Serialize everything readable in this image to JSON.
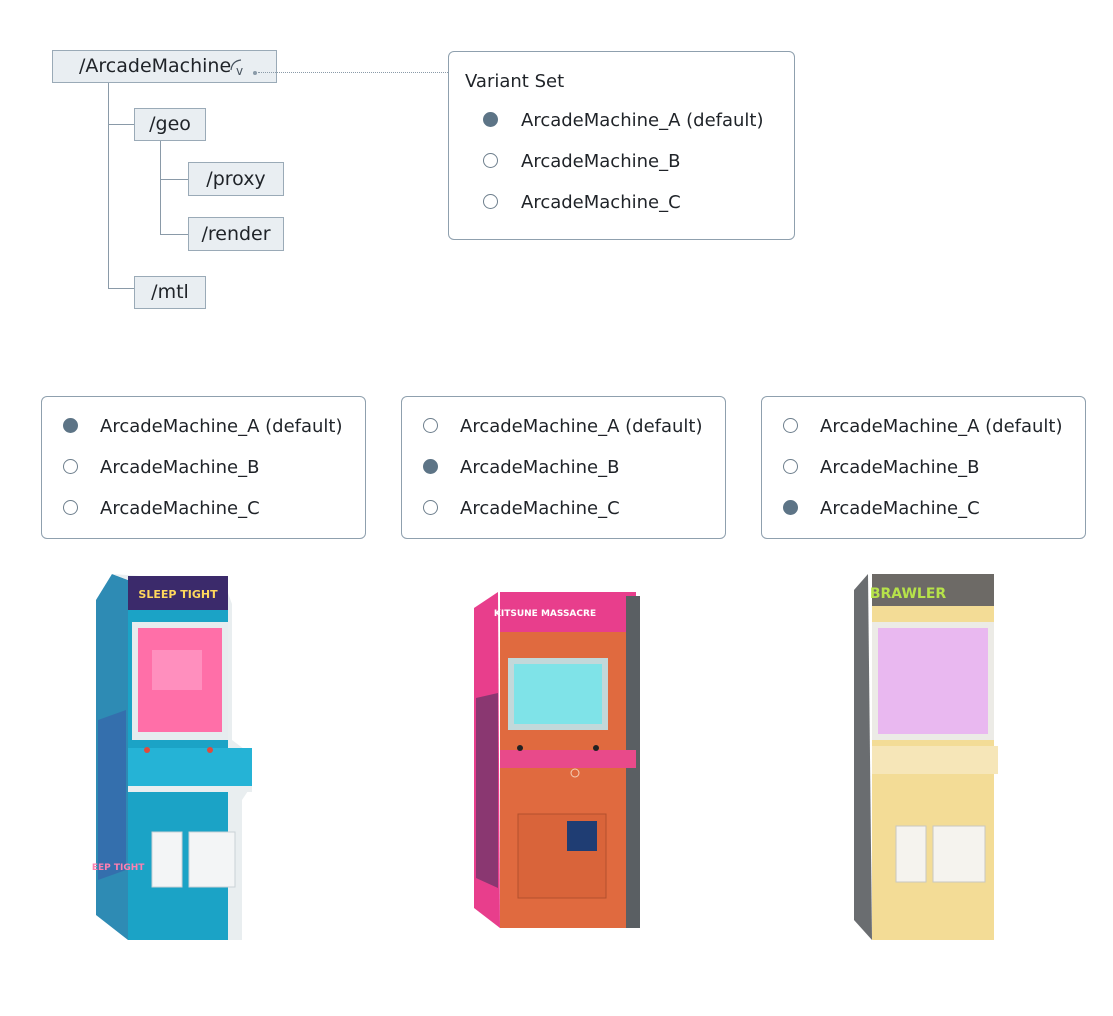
{
  "hierarchy": {
    "root": "/ArcadeMachine",
    "variant_icon": "v",
    "geo": "/geo",
    "proxy": "/proxy",
    "render": "/render",
    "mtl": "/mtl"
  },
  "variant_set": {
    "title": "Variant Set",
    "options": [
      "ArcadeMachine_A (default)",
      "ArcadeMachine_B",
      "ArcadeMachine_C"
    ],
    "selected": 0
  },
  "variants": [
    {
      "options": [
        "ArcadeMachine_A (default)",
        "ArcadeMachine_B",
        "ArcadeMachine_C"
      ],
      "selected": 0,
      "marquee": "SLEEP TIGHT",
      "side_text": "SLEEP TIGHT",
      "body_color": "#1ba3c6",
      "screen_color": "#ff6fa8"
    },
    {
      "options": [
        "ArcadeMachine_A (default)",
        "ArcadeMachine_B",
        "ArcadeMachine_C"
      ],
      "selected": 1,
      "marquee": "KITSUNE MASSACRE",
      "side_text": "",
      "body_color": "#e06a3f",
      "screen_color": "#7fe3e8"
    },
    {
      "options": [
        "ArcadeMachine_A (default)",
        "ArcadeMachine_B",
        "ArcadeMachine_C"
      ],
      "selected": 2,
      "marquee": "BRAWLER",
      "side_text": "",
      "body_color": "#f3dc96",
      "screen_color": "#e9b8f0"
    }
  ]
}
